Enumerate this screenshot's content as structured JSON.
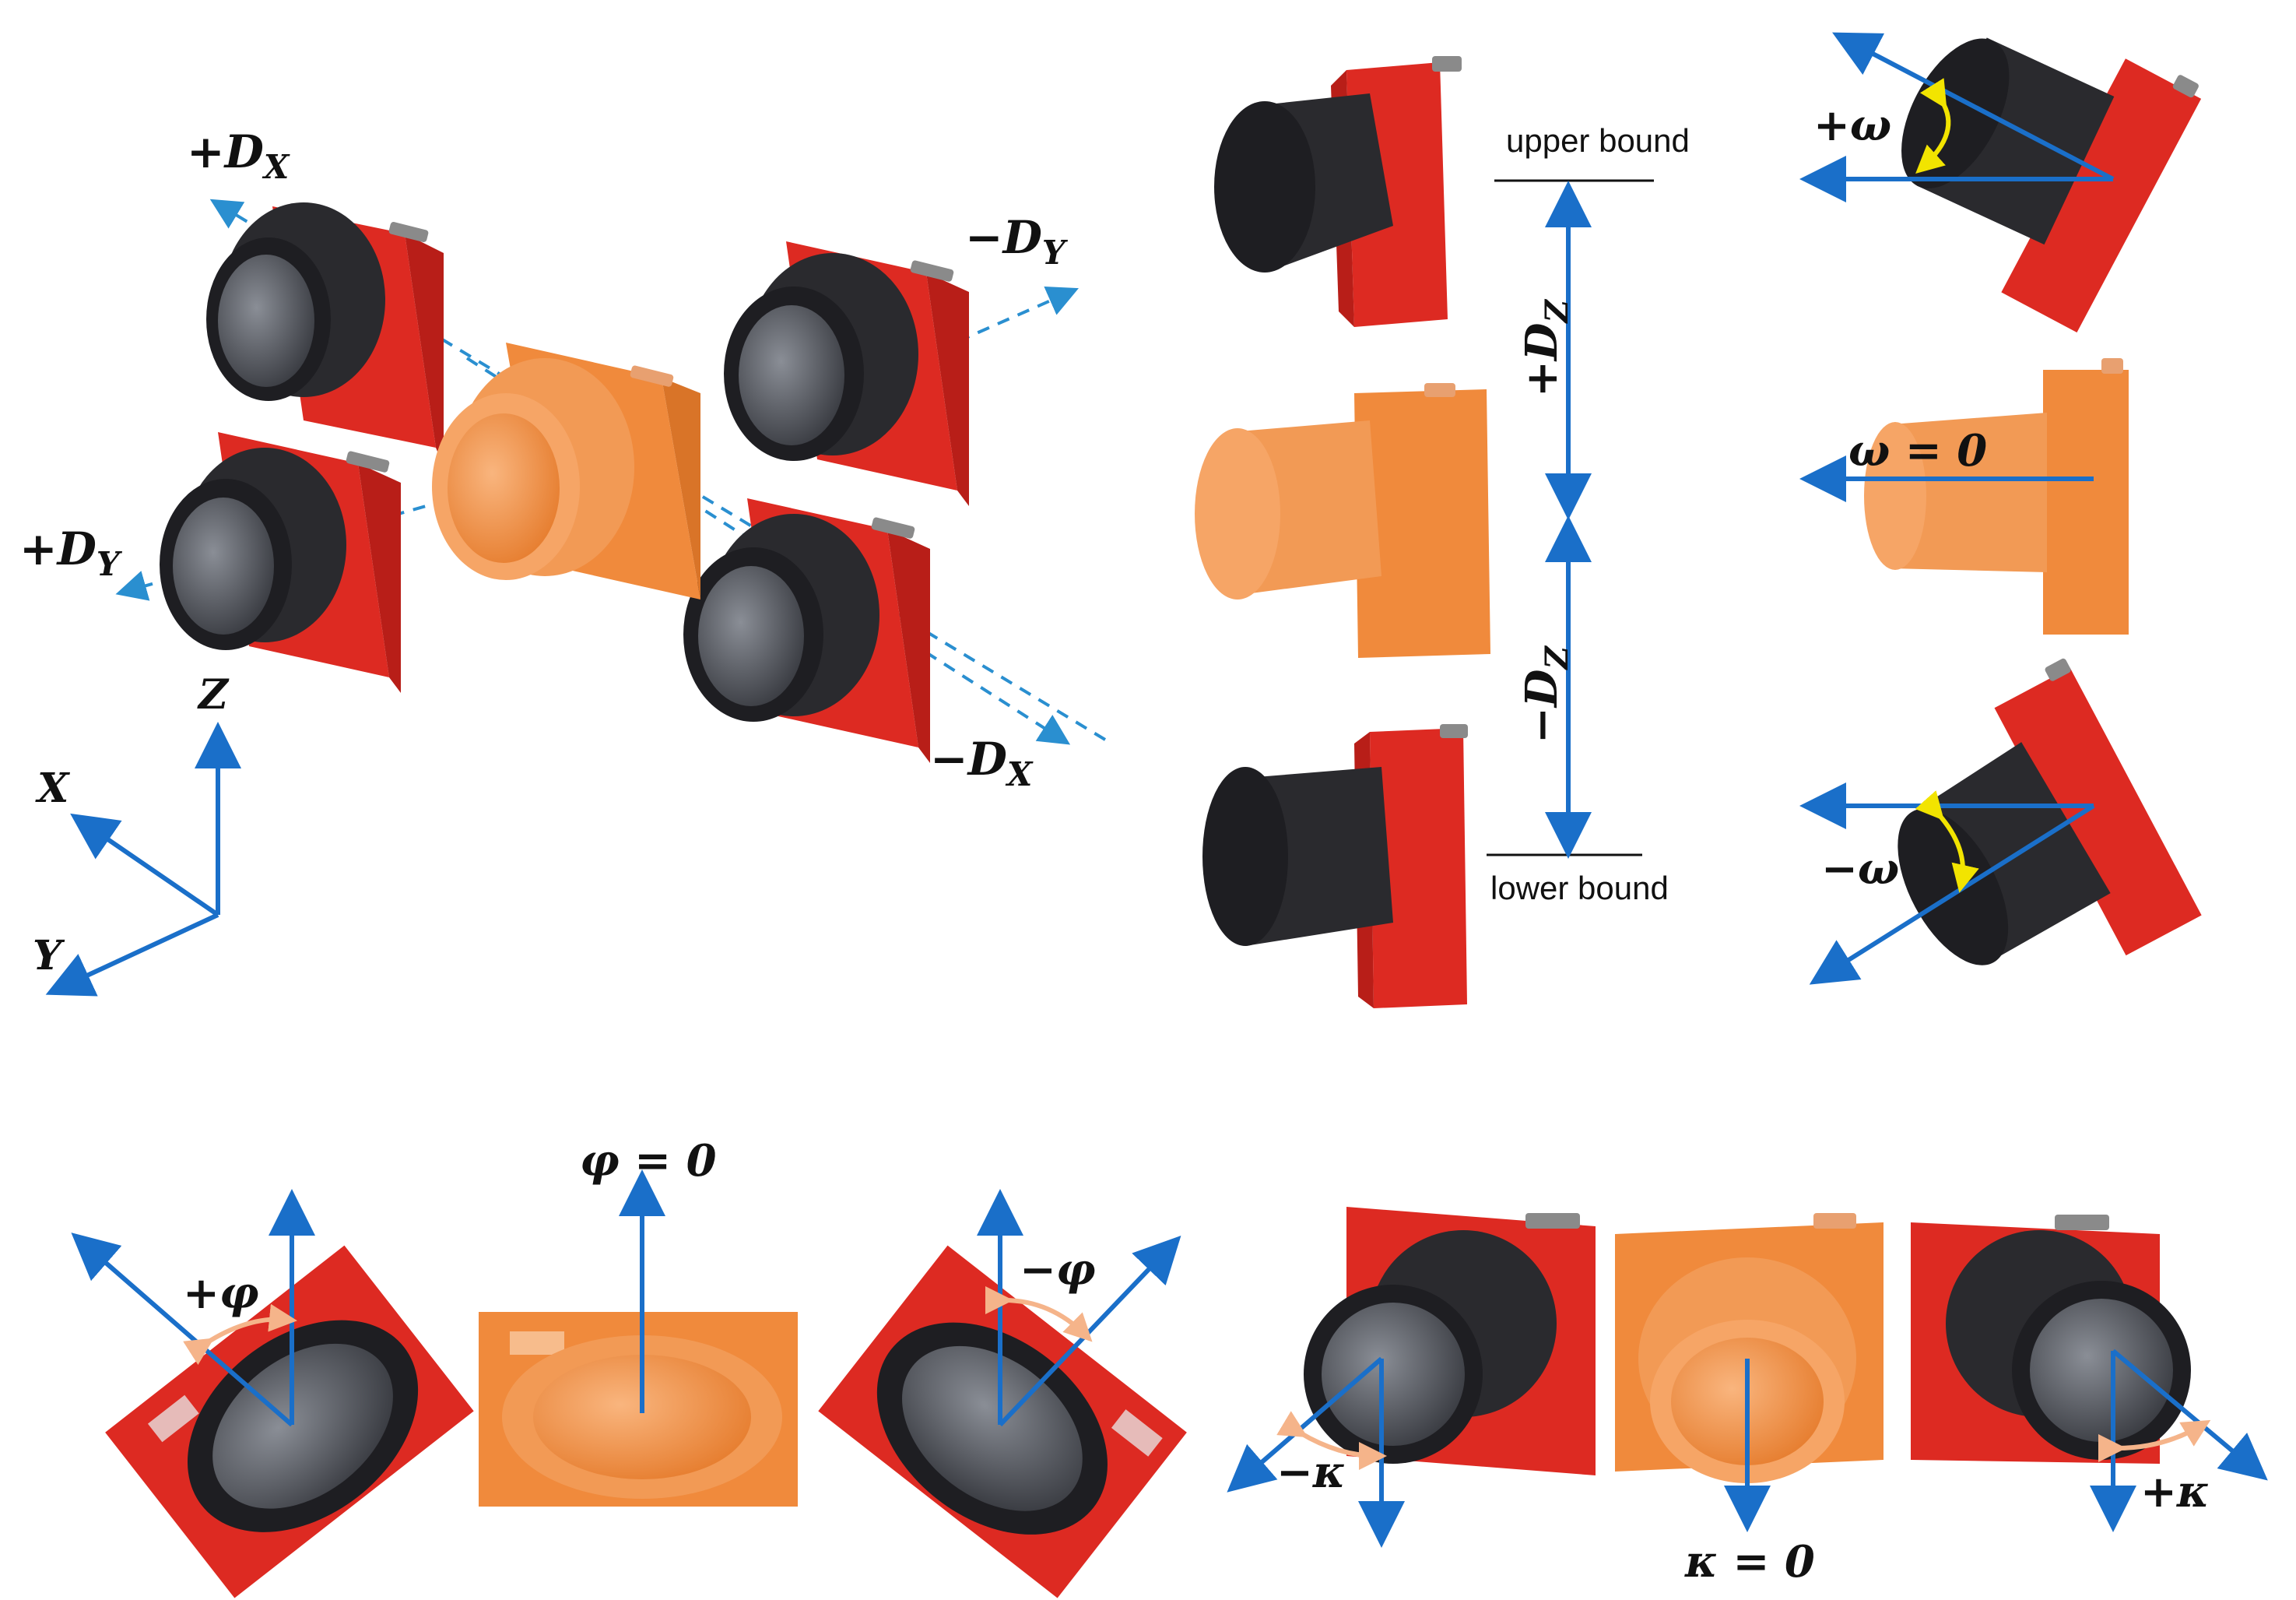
{
  "colors": {
    "arrow": "#1a6fc9",
    "dashed": "#2a8fd0",
    "red_body": "#dd2a22",
    "red_dark": "#b81e18",
    "lens_dark": "#1e1e22",
    "lens_glass": "#4a4d55",
    "orange_body": "#f08a3c",
    "orange_light": "#f6a566",
    "yellow_arc": "#f2e400",
    "peach_arc": "#f5b48a"
  },
  "translation": {
    "pos_dx": "+D",
    "pos_dx_sub": "X",
    "neg_dx": "−D",
    "neg_dx_sub": "X",
    "pos_dy": "+D",
    "pos_dy_sub": "Y",
    "neg_dy": "−D",
    "neg_dy_sub": "Y",
    "axis_x": "X",
    "axis_y": "Y",
    "axis_z": "Z"
  },
  "vertical": {
    "upper_bound": "upper bound",
    "lower_bound": "lower bound",
    "pos_dz": "+D",
    "pos_dz_sub": "Z",
    "neg_dz": "−D",
    "neg_dz_sub": "Z"
  },
  "omega": {
    "pos": "+ω",
    "zero": "ω = 0",
    "neg": "−ω"
  },
  "phi": {
    "pos": "+φ",
    "zero": "φ = 0",
    "neg": "−φ"
  },
  "kappa": {
    "neg": "−κ",
    "zero": "κ = 0",
    "pos": "+κ"
  }
}
